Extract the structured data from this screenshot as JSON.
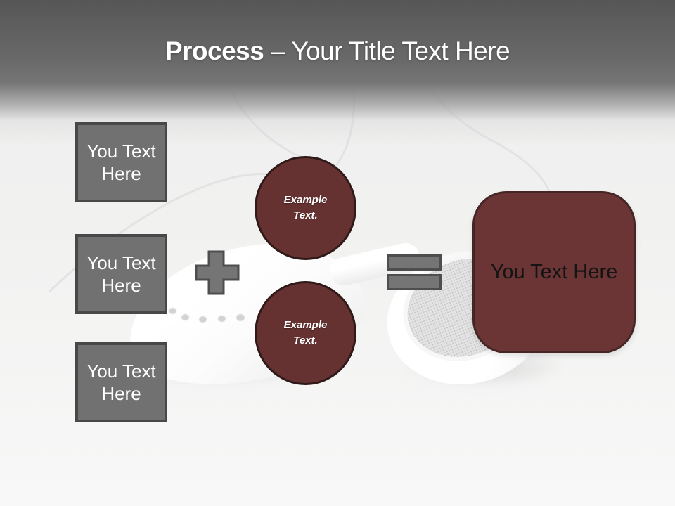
{
  "slide": {
    "title": {
      "emphasis": "Process",
      "rest": "– Your Title Text Here"
    },
    "input_boxes": [
      {
        "label": "You Text Here"
      },
      {
        "label": "You Text Here"
      },
      {
        "label": "You Text Here"
      }
    ],
    "operators": {
      "plus": "plus-icon",
      "equals": "equals-icon"
    },
    "example_circles": [
      {
        "label": "Example Text."
      },
      {
        "label": "Example Text."
      }
    ],
    "result_box": {
      "label": "You Text Here"
    },
    "background_photo": "white-earbuds-photo",
    "colors": {
      "header_top": "#565656",
      "header_mid": "#757575",
      "canvas_top": "#f0f0f0",
      "canvas_bottom": "#f8f8f8",
      "gray_shape": "#717171",
      "gray_shape_border": "#484848",
      "maroon_shape": "#653231",
      "maroon_shape_border": "#3b2020",
      "title_text": "#ffffff",
      "box_text": "#ffffff",
      "circle_text": "#ffffff",
      "result_text": "#141414"
    }
  }
}
